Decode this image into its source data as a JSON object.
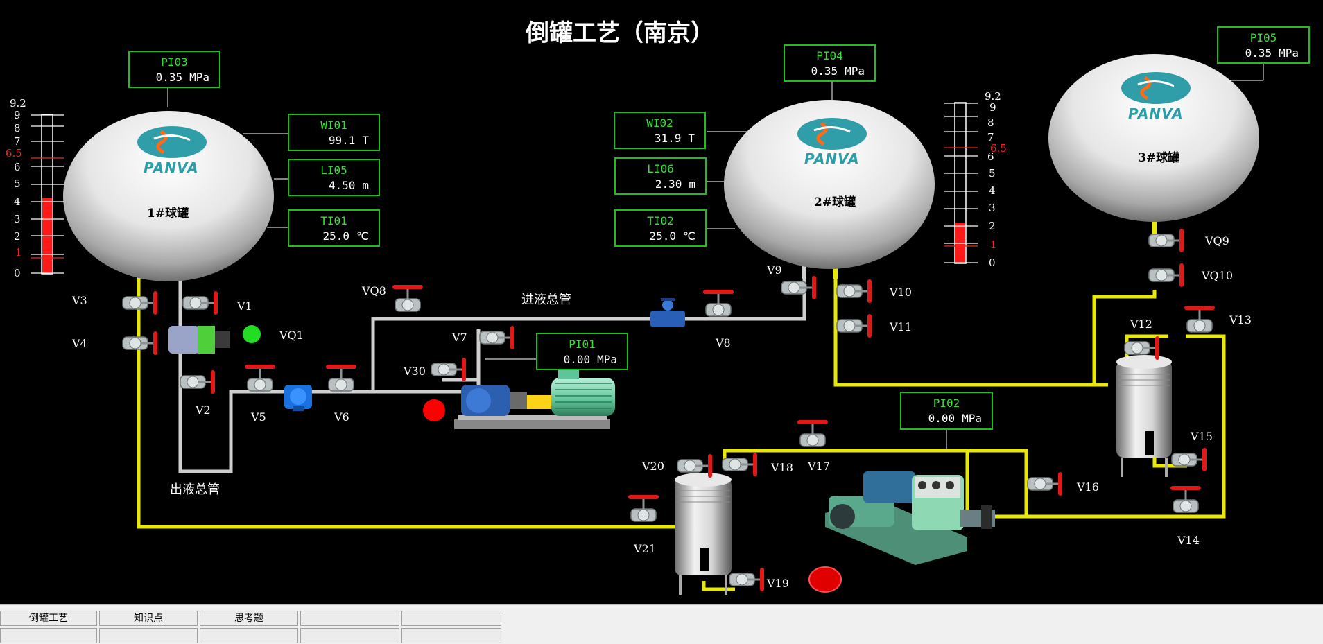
{
  "title": "倒罐工艺（南京）",
  "colors": {
    "pipe_liquid": "#e8e800",
    "pipe_gas": "#d8d8d8",
    "tag_border": "#19c219",
    "tag_name": "#33e033",
    "gauge_fill": "#ff1a1a",
    "indicator_green": "#22dd22",
    "indicator_red": "#ff0000"
  },
  "tanks": [
    {
      "name": "1#球罐",
      "logo": "PANVA"
    },
    {
      "name": "2#球罐",
      "logo": "PANVA"
    },
    {
      "name": "3#球罐",
      "logo": "PANVA"
    }
  ],
  "gauges": {
    "left": {
      "top": "9.2",
      "ticks": [
        "9",
        "8",
        "7",
        "6",
        "5",
        "4",
        "3",
        "2",
        "1",
        "0"
      ],
      "marker_high": "6.5",
      "marker_low": "1",
      "level": 4.4
    },
    "right": {
      "top": "9.2",
      "ticks": [
        "9",
        "8",
        "7",
        "6",
        "5",
        "4",
        "3",
        "2",
        "1",
        "0"
      ],
      "marker_high": "6.5",
      "marker_low": "1",
      "level": 2.3
    }
  },
  "tags": {
    "PI03": {
      "name": "PI03",
      "value": "0.35",
      "unit": "MPa"
    },
    "WI01": {
      "name": "WI01",
      "value": "99.1",
      "unit": "T"
    },
    "LI05": {
      "name": "LI05",
      "value": "4.50",
      "unit": "m"
    },
    "TI01": {
      "name": "TI01",
      "value": "25.0",
      "unit": "℃"
    },
    "PI04": {
      "name": "PI04",
      "value": "0.35",
      "unit": "MPa"
    },
    "WI02": {
      "name": "WI02",
      "value": "31.9",
      "unit": "T"
    },
    "LI06": {
      "name": "LI06",
      "value": "2.30",
      "unit": "m"
    },
    "TI02": {
      "name": "TI02",
      "value": "25.0",
      "unit": "℃"
    },
    "PI05": {
      "name": "PI05",
      "value": "0.35",
      "unit": "MPa"
    },
    "PI01": {
      "name": "PI01",
      "value": "0.00",
      "unit": "MPa"
    },
    "PI02": {
      "name": "PI02",
      "value": "0.00",
      "unit": "MPa"
    }
  },
  "valves": [
    "V1",
    "V2",
    "V3",
    "V4",
    "V5",
    "V6",
    "V7",
    "V8",
    "V9",
    "V10",
    "V11",
    "V12",
    "V13",
    "V14",
    "V15",
    "V16",
    "V17",
    "V18",
    "V19",
    "V20",
    "V21",
    "V30",
    "VQ1",
    "VQ8",
    "VQ9",
    "VQ10"
  ],
  "pipe_labels": {
    "outlet": "出液总管",
    "inlet": "进液总管"
  },
  "taskbar": {
    "row1": [
      "倒罐工艺",
      "知识点",
      "思考题",
      "",
      ""
    ],
    "row2": [
      "",
      "",
      "",
      "",
      ""
    ]
  }
}
